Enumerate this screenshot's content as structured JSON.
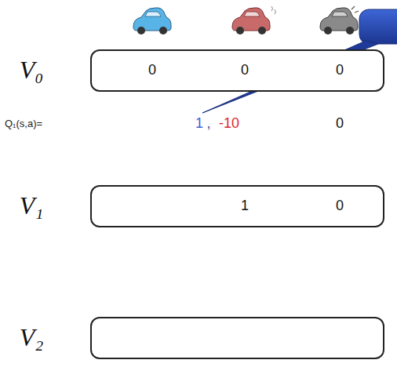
{
  "diagram": {
    "nodes": [
      {
        "text": [
          "V₀",
          "0",
          "0",
          "0"
        ]
      },
      {
        "text": [
          "V₁",
          "1",
          "0"
        ]
      },
      {
        "text": [
          "V₂"
        ]
      }
    ],
    "labels": [
      "Q₁(s,a)=",
      "1",
      ",",
      "-10",
      "0"
    ]
  }
}
